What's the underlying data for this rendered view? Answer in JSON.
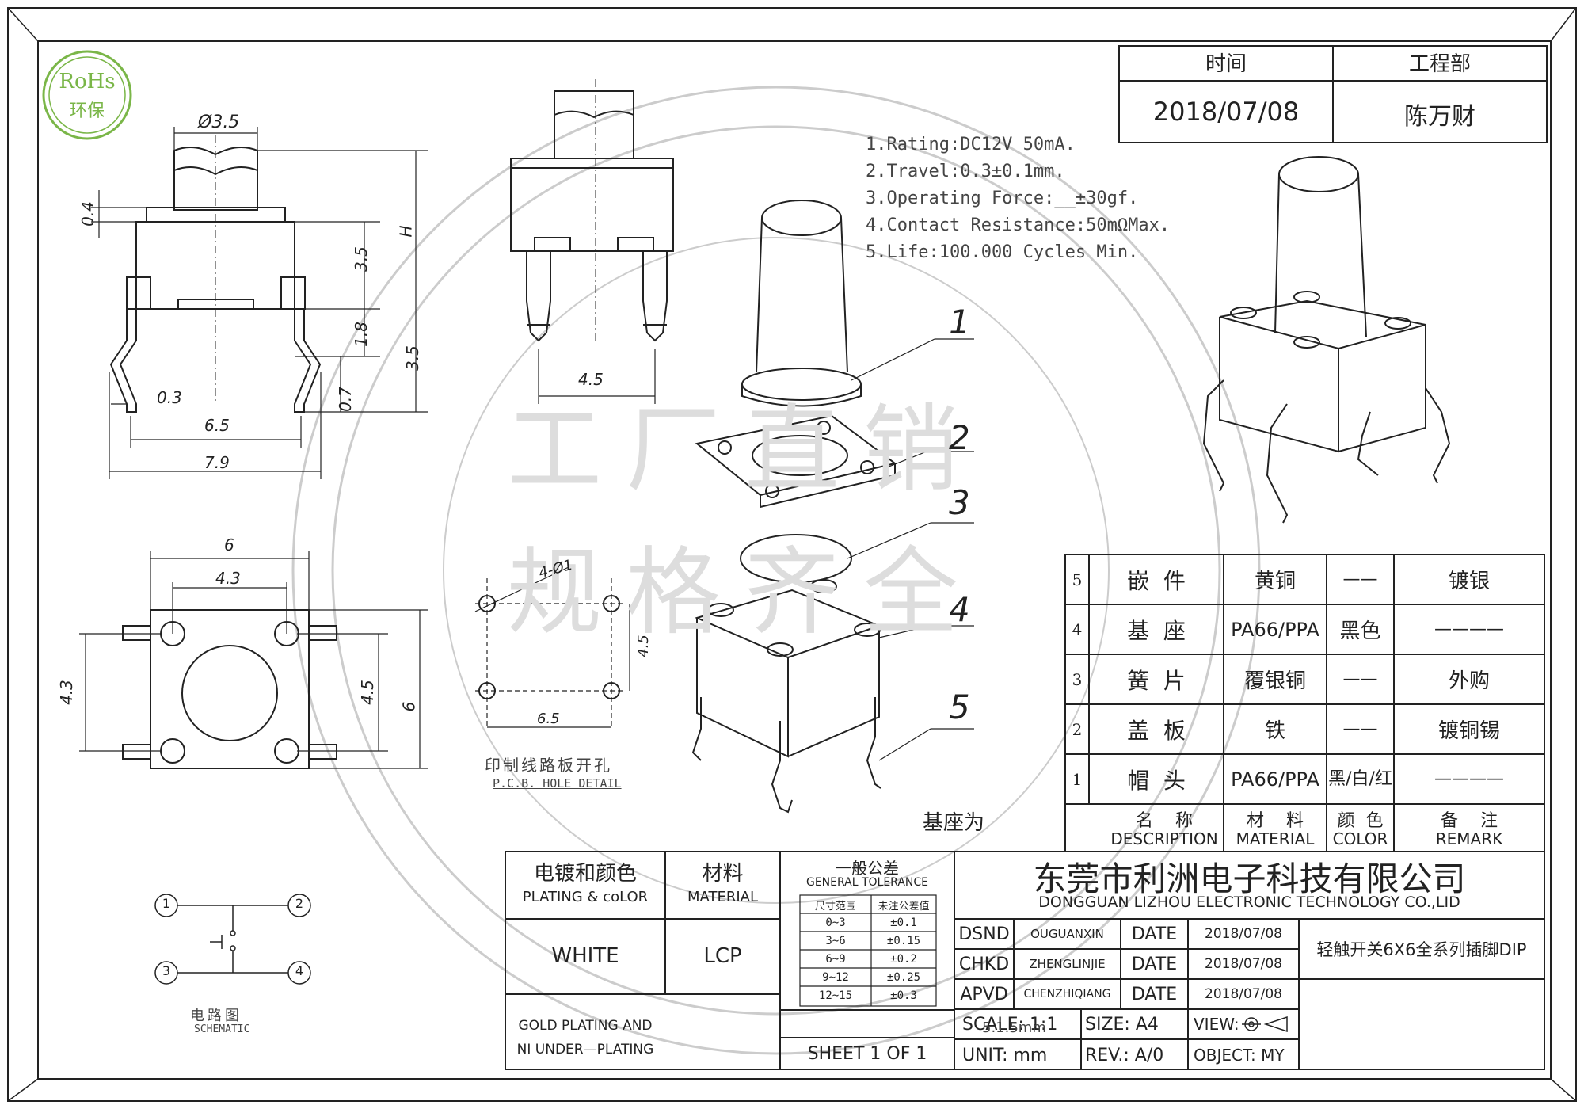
{
  "logo": {
    "line1": "RoHs",
    "line2": "环保",
    "color": "#7ab648"
  },
  "header_block": {
    "col1_label": "时间",
    "col2_label": "工程部",
    "col1_value": "2018/07/08",
    "col2_value": "陈万财"
  },
  "specs": [
    "1.Rating:DC12V 50mA.",
    "2.Travel:0.3±0.1mm.",
    "3.Operating Force:__±30gf.",
    "4.Contact Resistance:50mΩMax.",
    "5.Life:100.000 Cycles Min."
  ],
  "dimensions": {
    "d35": "Ø3.5",
    "d04": "0.4",
    "d35a": "3.5",
    "h": "H",
    "d18": "1.8",
    "d35b": "3.5",
    "d03": "0.3",
    "d07": "0.7",
    "d65": "6.5",
    "d79": "7.9",
    "d45": "4.5",
    "b6": "6",
    "b43": "4.3",
    "b43v": "4.3",
    "b45v": "4.5",
    "b6v": "6",
    "p41": "4-Ø1",
    "p45": "4.5",
    "p65": "6.5"
  },
  "pcb_caption": {
    "cn": "印制线路板开孔",
    "en": "P.C.B. HOLE DETAIL"
  },
  "schematic": {
    "n1": "1",
    "n2": "2",
    "n3": "3",
    "n4": "4",
    "cn": "电路图",
    "en": "SCHEMATIC"
  },
  "callouts": [
    "1",
    "2",
    "3",
    "4",
    "5"
  ],
  "base_note": "基座为",
  "bom": {
    "rows": [
      {
        "no": "5",
        "name": "嵌  件",
        "material": "黄铜",
        "color": "——",
        "remark": "镀银"
      },
      {
        "no": "4",
        "name": "基  座",
        "material": "PA66/PPA",
        "color": "黑色",
        "remark": "————"
      },
      {
        "no": "3",
        "name": "簧  片",
        "material": "覆银铜",
        "color": "——",
        "remark": "外购"
      },
      {
        "no": "2",
        "name": "盖  板",
        "material": "铁",
        "color": "——",
        "remark": "镀铜锡"
      },
      {
        "no": "1",
        "name": "帽  头",
        "material": "PA66/PPA",
        "color": "黑/白/红",
        "remark": "————"
      }
    ],
    "header": {
      "name_cn": "名    称",
      "name_en": "DESCRIPTION",
      "material_cn": "材    料",
      "material_en": "MATERIAL",
      "color_cn": "颜  色",
      "color_en": "COLOR",
      "remark_cn": "备    注",
      "remark_en": "REMARK"
    }
  },
  "title_block": {
    "plating_cn": "电镀和颜色",
    "plating_en": "PLATING & coLOR",
    "material_cn": "材料",
    "material_en": "MATERIAL",
    "tol_cn": "一般公差",
    "tol_en": "GENERAL TOLERANCE",
    "tol_head": [
      "尺寸范围",
      "未注公差值"
    ],
    "tol_rows": [
      [
        "0~3",
        "±0.1"
      ],
      [
        "3~6",
        "±0.15"
      ],
      [
        "6~9",
        "±0.2"
      ],
      [
        "9~12",
        "±0.25"
      ],
      [
        "12~15",
        "±0.3"
      ]
    ],
    "white": "WHITE",
    "lcp": "LCP",
    "gold1": "GOLD PLATING AND",
    "gold2": "NI UNDER—PLATING",
    "sheet": "SHEET 1 OF 1",
    "company_cn": "东莞市利洲电子科技有限公司",
    "company_en": "DONGGUAN LIZHOU ELECTRONIC TECHNOLOGY CO.,LID",
    "dsnd": "DSND",
    "dsnd_name": "OUGUANXIN",
    "chkd": "CHKD",
    "chkd_name": "ZHENGLINJIE",
    "apvd": "APVD",
    "apvd_name": "CHENZHIQIANG",
    "date_label": "DATE",
    "date1": "2018/07/08",
    "date2": "2018/07/08",
    "date3": "2018/07/08",
    "product": "轻触开关6X6全系列插脚DIP",
    "scale": "SCALE: 1:1",
    "scale_overlap": "5.1.5mm",
    "size": "SIZE:  A4",
    "view": "VIEW:",
    "unit": "UNIT:  mm",
    "rev": "REV.:  A/0",
    "object": "OBJECT:  MY"
  },
  "watermark": {
    "big": "工厂直销",
    "big2": "规格齐全"
  }
}
